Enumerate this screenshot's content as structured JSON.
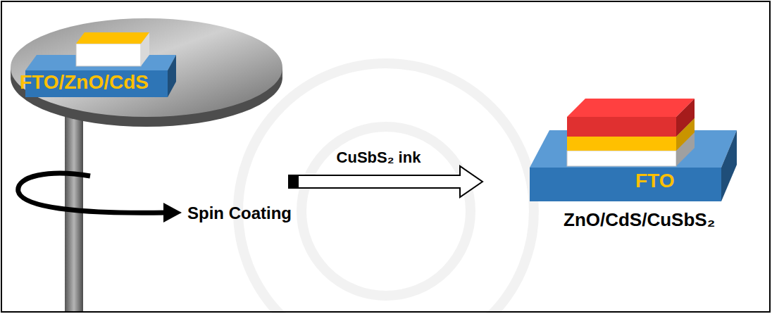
{
  "diagram": {
    "nodes": [
      {
        "text": [
          "FTO/ZnO/CdS"
        ]
      },
      {
        "text": [
          "FTO"
        ]
      }
    ],
    "edges": [
      {
        "from": 0,
        "to": 1,
        "arrow": "to",
        "label": "CuSbS₂ ink"
      }
    ],
    "labels": [
      "Spin Coating",
      "ZnO/CdS/CuSbS₂"
    ]
  }
}
